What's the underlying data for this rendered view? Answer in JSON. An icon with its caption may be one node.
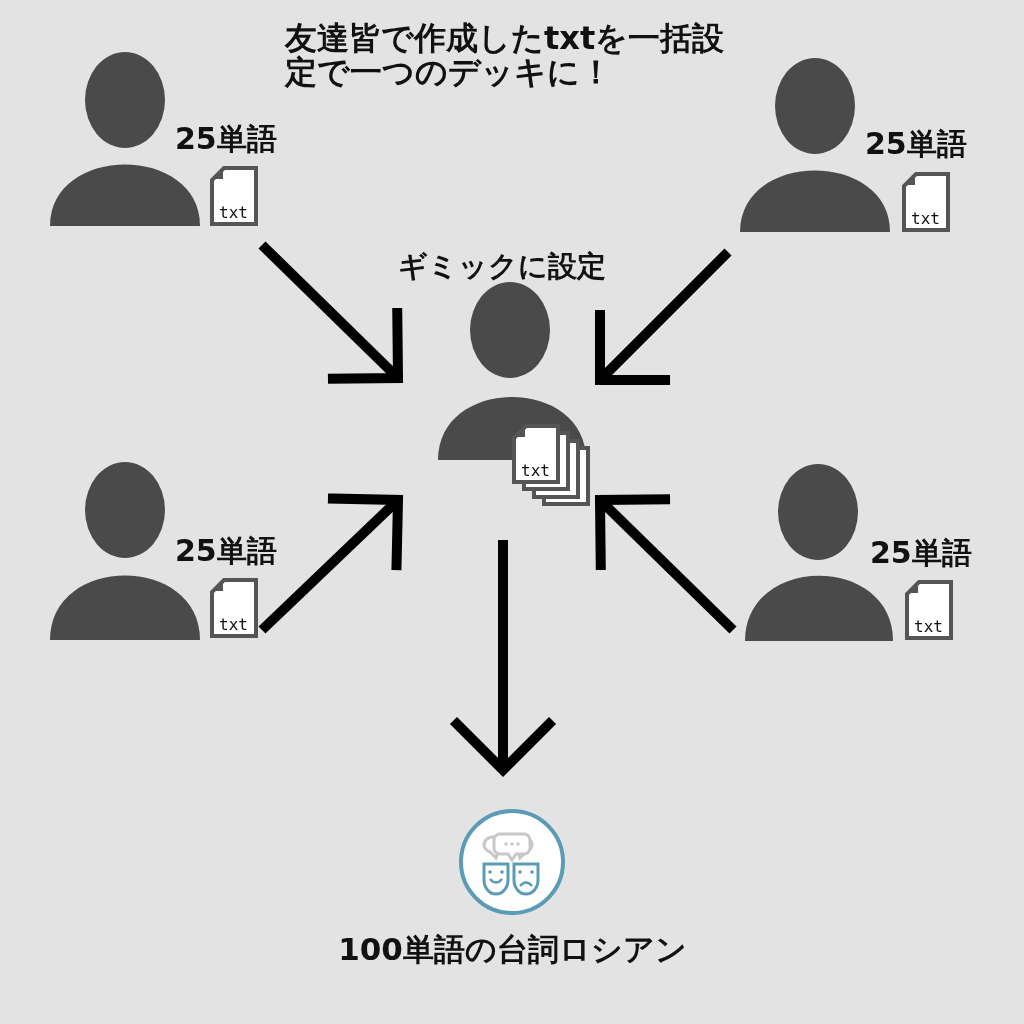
{
  "diagram": {
    "title": "友達皆で作成したtxtを一括設定で一つのデッキに！",
    "nodes": [
      {
        "text": [
          "25単語",
          "txt"
        ]
      },
      {
        "text": [
          "25単語",
          "txt"
        ]
      },
      {
        "text": [
          "ギミックに設定",
          "txt"
        ]
      },
      {
        "text": [
          "25単語",
          "txt"
        ]
      },
      {
        "text": [
          "25単語",
          "txt"
        ]
      },
      {
        "text": [
          "100単語の台詞ロシアン"
        ]
      }
    ],
    "edges": [
      {
        "from": 0,
        "to": 2,
        "arrow": "to"
      },
      {
        "from": 1,
        "to": 2,
        "arrow": "to"
      },
      {
        "from": 3,
        "to": 2,
        "arrow": "to"
      },
      {
        "from": 4,
        "to": 2,
        "arrow": "to"
      },
      {
        "from": 2,
        "to": 5,
        "arrow": "to"
      }
    ]
  }
}
